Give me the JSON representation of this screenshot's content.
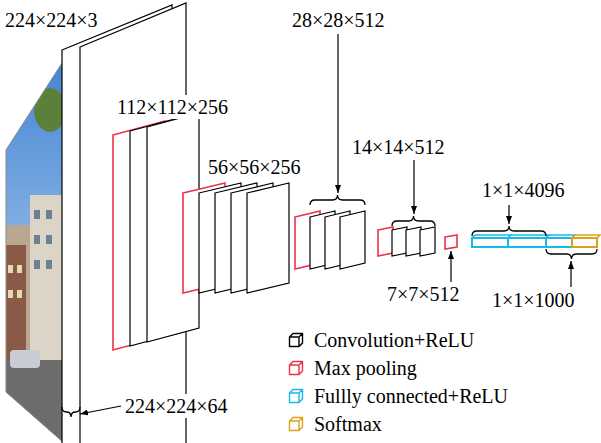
{
  "diagram": {
    "labels": [
      "224×224×3",
      "112×112×256",
      "56×56×256",
      "28×28×512",
      "14×14×512",
      "1×1×4096",
      "7×7×512",
      "1×1×1000",
      "224×224×64"
    ],
    "legend": [
      {
        "text": "Convolution+ReLU",
        "color": "#000000"
      },
      {
        "text": "Max pooling",
        "color": "#ee3344"
      },
      {
        "text": "Fullly connected+ReLU",
        "color": "#18b8ea"
      },
      {
        "text": "Softmax",
        "color": "#d9a21a"
      }
    ]
  }
}
